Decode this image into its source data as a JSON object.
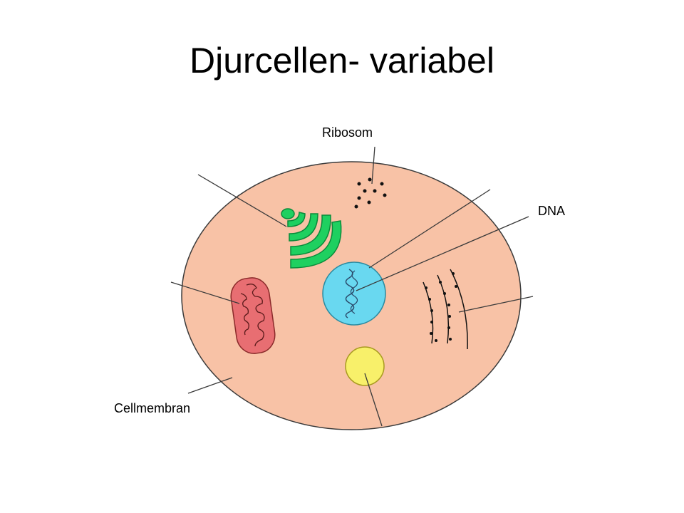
{
  "title": "Djurcellen- variabel",
  "labels": {
    "ribosom": "Ribosom",
    "dna": "DNA",
    "cellmembran": "Cellmembran"
  },
  "colors": {
    "cytoplasm": "#f8c2a6",
    "golgi": "#1ed060",
    "mitochondrion": "#e86e72",
    "nucleus": "#69d8f0",
    "vacuole": "#f8f06a",
    "line": "#3a3a3a"
  }
}
